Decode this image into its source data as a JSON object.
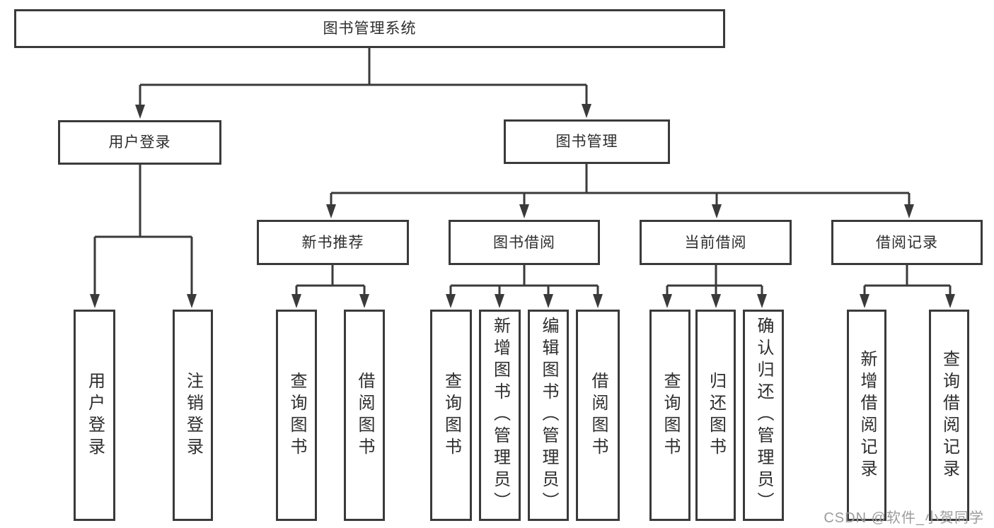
{
  "diagram": {
    "root": {
      "label": "图书管理系统"
    },
    "branches": [
      {
        "label": "用户登录",
        "children": [
          {
            "label": "用户登录"
          },
          {
            "label": "注销登录"
          }
        ]
      },
      {
        "label": "图书管理",
        "children": [
          {
            "label": "新书推荐",
            "children": [
              {
                "label": "查询图书"
              },
              {
                "label": "借阅图书"
              }
            ]
          },
          {
            "label": "图书借阅",
            "children": [
              {
                "label": "查询图书"
              },
              {
                "label": "新增图书（管理员）"
              },
              {
                "label": "编辑图书（管理员）"
              },
              {
                "label": "借阅图书"
              }
            ]
          },
          {
            "label": "当前借阅",
            "children": [
              {
                "label": "查询图书"
              },
              {
                "label": "归还图书"
              },
              {
                "label": "确认归还（管理员）"
              }
            ]
          },
          {
            "label": "借阅记录",
            "children": [
              {
                "label": "新增借阅记录"
              },
              {
                "label": "查询借阅记录"
              }
            ]
          }
        ]
      }
    ]
  },
  "watermark": {
    "text": "CSDN @软件_小贺同学",
    "color": "#9c9c9c"
  },
  "colors": {
    "line": "#3a3a3a",
    "box_border": "#3a3a3a",
    "text": "#2d2d2d",
    "background": "#ffffff"
  }
}
